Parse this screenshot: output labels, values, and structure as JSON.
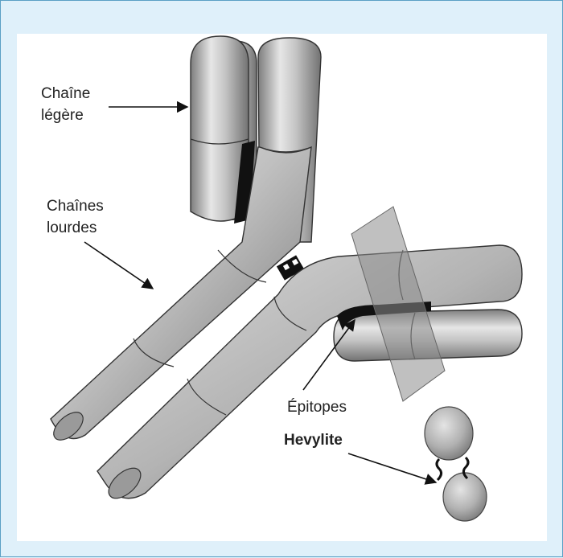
{
  "labels": {
    "light_chain_line1": "Chaîne",
    "light_chain_line2": "légère",
    "heavy_chains_line1": "Chaînes",
    "heavy_chains_line2": "lourdes",
    "epitopes": "Épitopes",
    "hevylite": "Hevylite"
  },
  "colors": {
    "frame_border": "#5a9fc4",
    "frame_fill": "#dff0fa",
    "panel": "#ffffff",
    "cylinder_mid": "#b8b8b8",
    "cylinder_dark": "#7a7a7a",
    "cylinder_light": "#eeeeee",
    "binding_band": "#111111",
    "plane": "#8c8c8c"
  }
}
